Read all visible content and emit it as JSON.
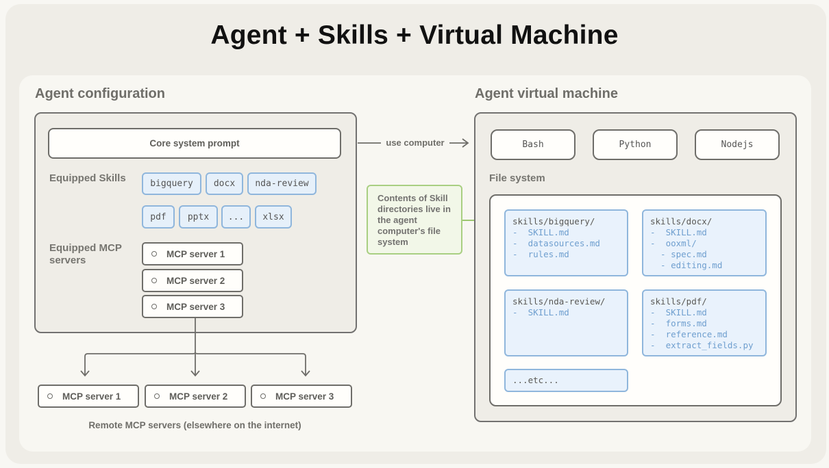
{
  "title": "Agent + Skills + Virtual Machine",
  "agent_config": {
    "title": "Agent configuration",
    "core_prompt": "Core system prompt",
    "skills_label": "Equipped Skills",
    "skills": [
      "bigquery",
      "docx",
      "nda-review",
      "pdf",
      "pptx",
      "...",
      "xlsx"
    ],
    "mcp_label": "Equipped MCP servers",
    "mcp_servers": [
      "MCP server 1",
      "MCP server 2",
      "MCP server 3"
    ]
  },
  "connector": {
    "use_computer": "use computer",
    "note": "Contents of Skill directories live in the agent computer's file system"
  },
  "remote": {
    "servers": [
      "MCP server 1",
      "MCP server 2",
      "MCP server 3"
    ],
    "caption": "Remote MCP servers (elsewhere on the internet)"
  },
  "vm": {
    "title": "Agent virtual machine",
    "runtimes": [
      "Bash",
      "Python",
      "Nodejs"
    ],
    "fs_label": "File system",
    "dirs": [
      {
        "path": "skills/bigquery/",
        "items": [
          "-  SKILL.md",
          "-  datasources.md",
          "-  rules.md"
        ]
      },
      {
        "path": "skills/docx/",
        "items": [
          "-  SKILL.md",
          "-  ooxml/",
          "  - spec.md",
          "  - editing.md"
        ]
      },
      {
        "path": "skills/nda-review/",
        "items": [
          "-  SKILL.md"
        ]
      },
      {
        "path": "skills/pdf/",
        "items": [
          "-  SKILL.md",
          "-  forms.md",
          "-  reference.md",
          "-  extract_fields.py"
        ]
      }
    ],
    "etc": "...etc..."
  },
  "colors": {
    "skill_blue": "#8fb6dc",
    "note_green": "#a9cf82",
    "file_text_blue": "#6f9fcf"
  }
}
